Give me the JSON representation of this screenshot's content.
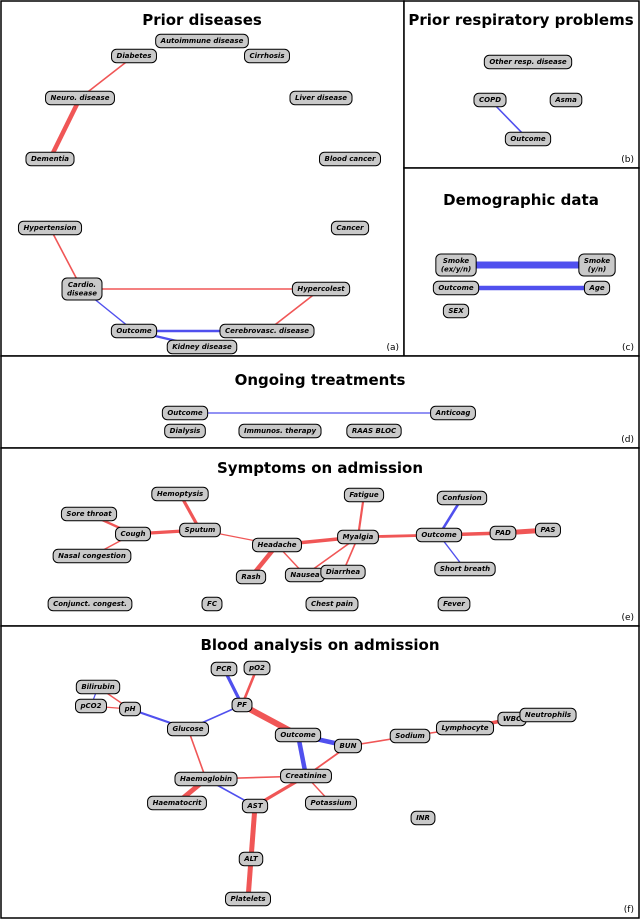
{
  "colors": {
    "positive": "#f05656",
    "negative": "#5050ee",
    "node_fill": "#c9c9c9",
    "frame": "#000000"
  },
  "panels": [
    {
      "id": "a",
      "title": "Prior diseases",
      "tag": "(a)",
      "nodes": [
        {
          "id": "diabetes",
          "label": "Diabetes"
        },
        {
          "id": "autoimmune",
          "label": "Autoimmune disease"
        },
        {
          "id": "cirrhosis",
          "label": "Cirrhosis"
        },
        {
          "id": "neuro",
          "label": "Neuro. disease"
        },
        {
          "id": "liver",
          "label": "Liver disease"
        },
        {
          "id": "dementia",
          "label": "Dementia"
        },
        {
          "id": "bloodcancer",
          "label": "Blood cancer"
        },
        {
          "id": "hypertension",
          "label": "Hypertension"
        },
        {
          "id": "cancer",
          "label": "Cancer"
        },
        {
          "id": "cardio",
          "label": "Cardio.|disease"
        },
        {
          "id": "hypercolest",
          "label": "Hypercolest"
        },
        {
          "id": "outcome",
          "label": "Outcome"
        },
        {
          "id": "cerebro",
          "label": "Cerebrovasc. disease"
        },
        {
          "id": "kidney",
          "label": "Kidney disease"
        }
      ],
      "edges": [
        {
          "from": "diabetes",
          "to": "neuro",
          "sign": "positive",
          "weight": 1.6
        },
        {
          "from": "neuro",
          "to": "dementia",
          "sign": "positive",
          "weight": 4.5
        },
        {
          "from": "hypertension",
          "to": "cardio",
          "sign": "positive",
          "weight": 1.6
        },
        {
          "from": "cardio",
          "to": "hypercolest",
          "sign": "positive",
          "weight": 1.6
        },
        {
          "from": "cardio",
          "to": "outcome",
          "sign": "negative",
          "weight": 1.4
        },
        {
          "from": "hypercolest",
          "to": "cerebro",
          "sign": "positive",
          "weight": 1.6
        },
        {
          "from": "outcome",
          "to": "cerebro",
          "sign": "negative",
          "weight": 2.6
        },
        {
          "from": "outcome",
          "to": "kidney",
          "sign": "negative",
          "weight": 2.2
        }
      ]
    },
    {
      "id": "b",
      "title": "Prior respiratory problems",
      "tag": "(b)",
      "nodes": [
        {
          "id": "otherresp",
          "label": "Other resp. disease"
        },
        {
          "id": "copd",
          "label": "COPD"
        },
        {
          "id": "asma",
          "label": "Asma"
        },
        {
          "id": "outcome",
          "label": "Outcome"
        }
      ],
      "edges": [
        {
          "from": "copd",
          "to": "outcome",
          "sign": "negative",
          "weight": 1.6
        }
      ]
    },
    {
      "id": "c",
      "title": "Demographic data",
      "tag": "(c)",
      "nodes": [
        {
          "id": "smokea",
          "label": "Smoke|(ex/y/n)"
        },
        {
          "id": "smokeb",
          "label": "Smoke|(y/n)"
        },
        {
          "id": "outcome",
          "label": "Outcome"
        },
        {
          "id": "age",
          "label": "Age"
        },
        {
          "id": "sex",
          "label": "SEX"
        }
      ],
      "edges": [
        {
          "from": "smokea",
          "to": "smokeb",
          "sign": "negative",
          "weight": 7
        },
        {
          "from": "outcome",
          "to": "age",
          "sign": "negative",
          "weight": 4.5
        }
      ]
    },
    {
      "id": "d",
      "title": "Ongoing treatments",
      "tag": "(d)",
      "nodes": [
        {
          "id": "outcome",
          "label": "Outcome"
        },
        {
          "id": "anticoag",
          "label": "Anticoag"
        },
        {
          "id": "dialysis",
          "label": "Dialysis"
        },
        {
          "id": "immunos",
          "label": "Immunos. therapy"
        },
        {
          "id": "raas",
          "label": "RAAS BLOC"
        }
      ],
      "edges": [
        {
          "from": "outcome",
          "to": "anticoag",
          "sign": "negative",
          "weight": 1.2
        }
      ]
    },
    {
      "id": "e",
      "title": "Symptoms on admission",
      "tag": "(e)",
      "nodes": [
        {
          "id": "hemoptysis",
          "label": "Hemoptysis"
        },
        {
          "id": "fatigue",
          "label": "Fatigue"
        },
        {
          "id": "confusion",
          "label": "Confusion"
        },
        {
          "id": "sorethroat",
          "label": "Sore throat"
        },
        {
          "id": "cough",
          "label": "Cough"
        },
        {
          "id": "sputum",
          "label": "Sputum"
        },
        {
          "id": "headache",
          "label": "Headache"
        },
        {
          "id": "myalgia",
          "label": "Myalgia"
        },
        {
          "id": "outcome",
          "label": "Outcome"
        },
        {
          "id": "pad",
          "label": "PAD"
        },
        {
          "id": "pas",
          "label": "PAS"
        },
        {
          "id": "nasal",
          "label": "Nasal congestion"
        },
        {
          "id": "rash",
          "label": "Rash"
        },
        {
          "id": "nausea",
          "label": "Nausea"
        },
        {
          "id": "diarrhea",
          "label": "Diarrhea"
        },
        {
          "id": "shortbreath",
          "label": "Short breath"
        },
        {
          "id": "conjunct",
          "label": "Conjunct. congest."
        },
        {
          "id": "fc",
          "label": "FC"
        },
        {
          "id": "chestpain",
          "label": "Chest pain"
        },
        {
          "id": "fever",
          "label": "Fever"
        }
      ],
      "edges": [
        {
          "from": "sorethroat",
          "to": "cough",
          "sign": "positive",
          "weight": 2.4
        },
        {
          "from": "cough",
          "to": "sputum",
          "sign": "positive",
          "weight": 3.2
        },
        {
          "from": "nasal",
          "to": "cough",
          "sign": "positive",
          "weight": 1.4
        },
        {
          "from": "hemoptysis",
          "to": "sputum",
          "sign": "positive",
          "weight": 3.2
        },
        {
          "from": "sputum",
          "to": "headache",
          "sign": "positive",
          "weight": 1.2
        },
        {
          "from": "headache",
          "to": "myalgia",
          "sign": "positive",
          "weight": 3.4
        },
        {
          "from": "headache",
          "to": "rash",
          "sign": "positive",
          "weight": 4.5
        },
        {
          "from": "headache",
          "to": "nausea",
          "sign": "positive",
          "weight": 1.4
        },
        {
          "from": "nausea",
          "to": "myalgia",
          "sign": "positive",
          "weight": 1.6
        },
        {
          "from": "fatigue",
          "to": "myalgia",
          "sign": "positive",
          "weight": 2.2
        },
        {
          "from": "myalgia",
          "to": "diarrhea",
          "sign": "positive",
          "weight": 1.6
        },
        {
          "from": "myalgia",
          "to": "outcome",
          "sign": "positive",
          "weight": 2.8
        },
        {
          "from": "outcome",
          "to": "confusion",
          "sign": "negative",
          "weight": 2.6
        },
        {
          "from": "outcome",
          "to": "pad",
          "sign": "positive",
          "weight": 3.4
        },
        {
          "from": "pad",
          "to": "pas",
          "sign": "positive",
          "weight": 5
        },
        {
          "from": "outcome",
          "to": "shortbreath",
          "sign": "negative",
          "weight": 1.4
        }
      ]
    },
    {
      "id": "f",
      "title": "Blood analysis on admission",
      "tag": "(f)",
      "nodes": [
        {
          "id": "pcr",
          "label": "PCR"
        },
        {
          "id": "po2",
          "label": "pO2"
        },
        {
          "id": "bilirubin",
          "label": "Bilirubin"
        },
        {
          "id": "pco2",
          "label": "pCO2"
        },
        {
          "id": "ph",
          "label": "pH"
        },
        {
          "id": "pf",
          "label": "PF"
        },
        {
          "id": "glucose",
          "label": "Glucose"
        },
        {
          "id": "outcome",
          "label": "Outcome"
        },
        {
          "id": "bun",
          "label": "BUN"
        },
        {
          "id": "sodium",
          "label": "Sodium"
        },
        {
          "id": "lymphocyte",
          "label": "Lymphocyte"
        },
        {
          "id": "wbc",
          "label": "WBC"
        },
        {
          "id": "neutrophils",
          "label": "Neutrophils"
        },
        {
          "id": "creatinine",
          "label": "Creatinine"
        },
        {
          "id": "haemoglobin",
          "label": "Haemoglobin"
        },
        {
          "id": "haematocrit",
          "label": "Haematocrit"
        },
        {
          "id": "ast",
          "label": "AST"
        },
        {
          "id": "potassium",
          "label": "Potassium"
        },
        {
          "id": "inr",
          "label": "INR"
        },
        {
          "id": "alt",
          "label": "ALT"
        },
        {
          "id": "platelets",
          "label": "Platelets"
        }
      ],
      "edges": [
        {
          "from": "bilirubin",
          "to": "ph",
          "sign": "positive",
          "weight": 1.4
        },
        {
          "from": "pco2",
          "to": "bilirubin",
          "sign": "negative",
          "weight": 1.2
        },
        {
          "from": "pco2",
          "to": "ph",
          "sign": "positive",
          "weight": 1.2
        },
        {
          "from": "ph",
          "to": "glucose",
          "sign": "negative",
          "weight": 2.2
        },
        {
          "from": "glucose",
          "to": "pf",
          "sign": "negative",
          "weight": 1.6
        },
        {
          "from": "pcr",
          "to": "pf",
          "sign": "negative",
          "weight": 3.2
        },
        {
          "from": "po2",
          "to": "pf",
          "sign": "positive",
          "weight": 2.6
        },
        {
          "from": "pf",
          "to": "outcome",
          "sign": "positive",
          "weight": 6
        },
        {
          "from": "outcome",
          "to": "bun",
          "sign": "negative",
          "weight": 4.5
        },
        {
          "from": "outcome",
          "to": "creatinine",
          "sign": "negative",
          "weight": 4.5
        },
        {
          "from": "creatinine",
          "to": "bun",
          "sign": "positive",
          "weight": 1.8
        },
        {
          "from": "bun",
          "to": "sodium",
          "sign": "positive",
          "weight": 1.6
        },
        {
          "from": "sodium",
          "to": "lymphocyte",
          "sign": "positive",
          "weight": 1.4
        },
        {
          "from": "lymphocyte",
          "to": "wbc",
          "sign": "positive",
          "weight": 3.6
        },
        {
          "from": "wbc",
          "to": "neutrophils",
          "sign": "positive",
          "weight": 4.5
        },
        {
          "from": "creatinine",
          "to": "potassium",
          "sign": "positive",
          "weight": 1.4
        },
        {
          "from": "creatinine",
          "to": "haemoglobin",
          "sign": "positive",
          "weight": 1.6
        },
        {
          "from": "creatinine",
          "to": "ast",
          "sign": "positive",
          "weight": 3.2
        },
        {
          "from": "glucose",
          "to": "haemoglobin",
          "sign": "positive",
          "weight": 1.6
        },
        {
          "from": "haemoglobin",
          "to": "haematocrit",
          "sign": "positive",
          "weight": 5
        },
        {
          "from": "haemoglobin",
          "to": "ast",
          "sign": "negative",
          "weight": 1.6
        },
        {
          "from": "ast",
          "to": "alt",
          "sign": "positive",
          "weight": 5
        },
        {
          "from": "alt",
          "to": "platelets",
          "sign": "positive",
          "weight": 5
        }
      ]
    }
  ]
}
